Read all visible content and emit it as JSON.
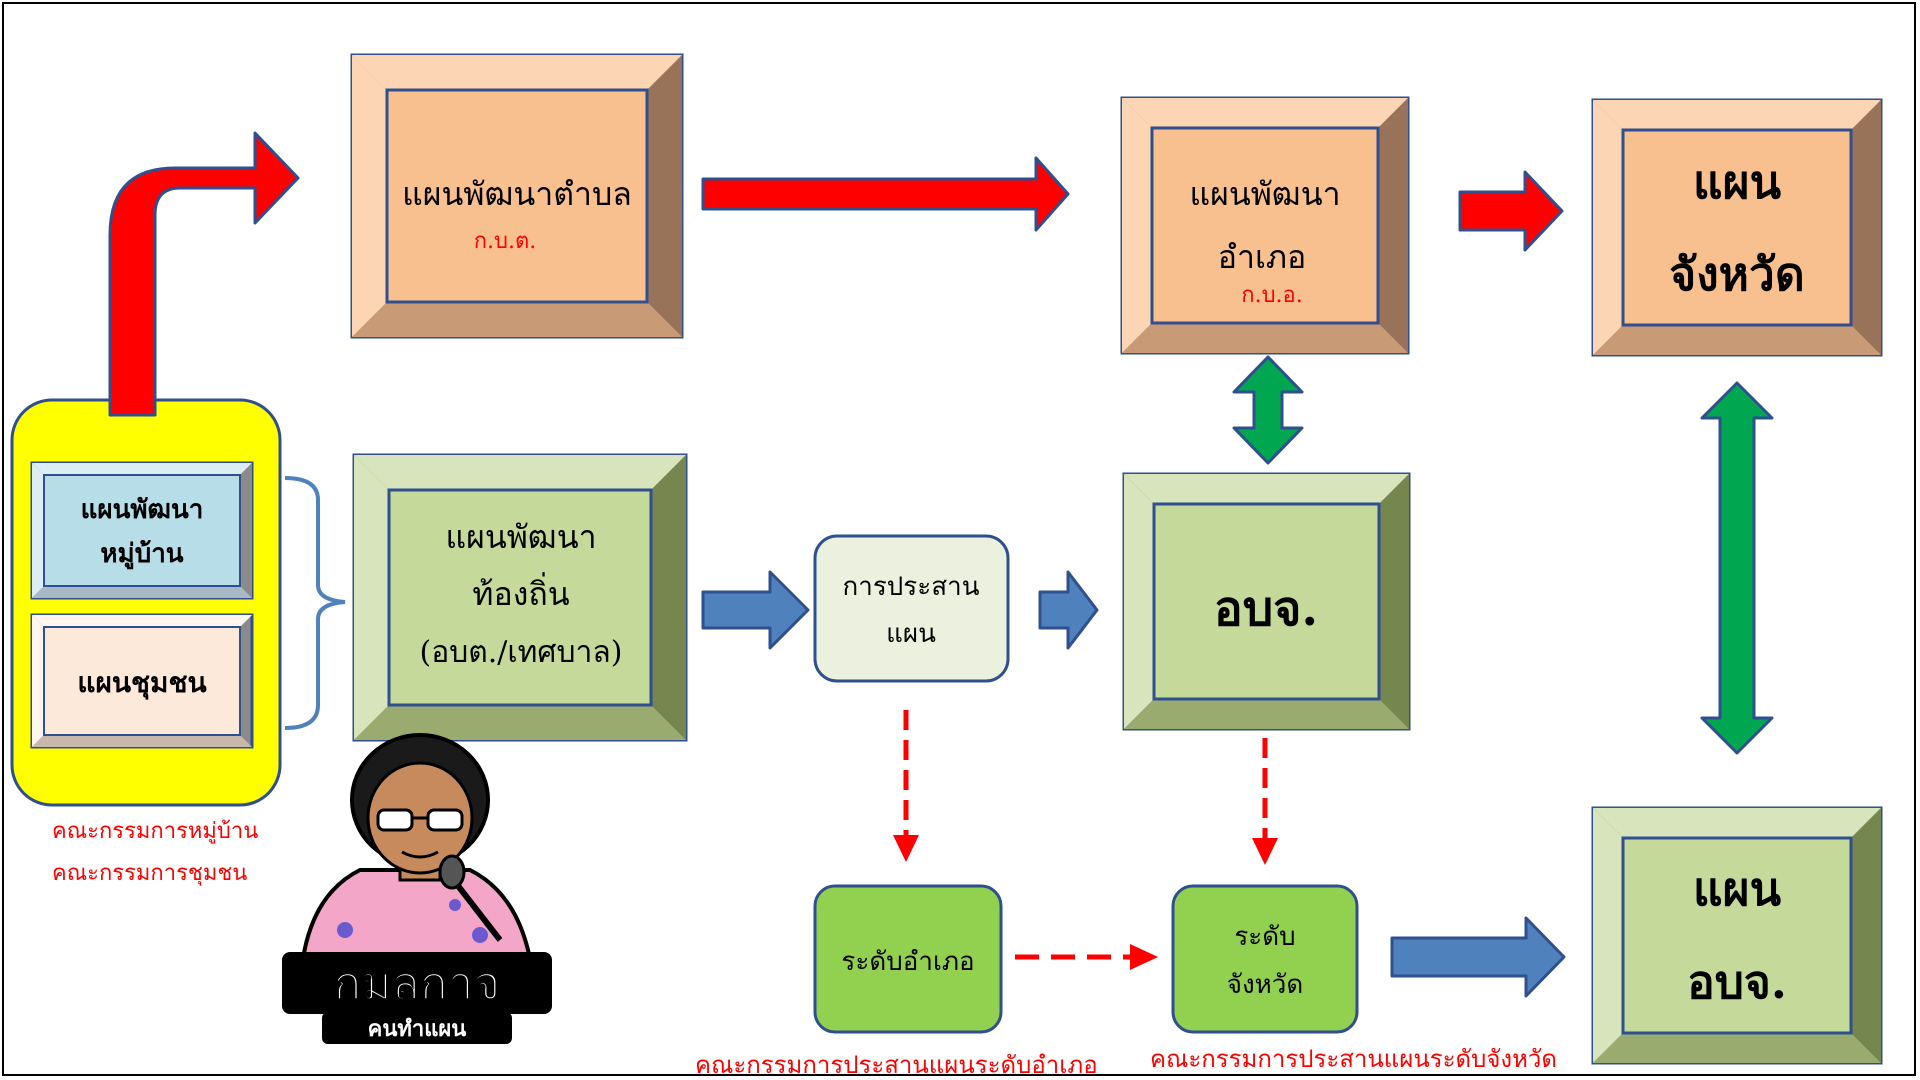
{
  "boxes": {
    "tambon_plan": {
      "line1": "แผนพัฒนาตำบล",
      "sub": "ก.บ.ต."
    },
    "amphoe_plan": {
      "line1": "แผนพัฒนา",
      "line2": "อำเภอ",
      "sub": "ก.บ.อ."
    },
    "province_plan": {
      "line1": "แผน",
      "line2": "จังหวัด"
    },
    "village_plan": {
      "line1": "แผนพัฒนา",
      "line2": "หมู่บ้าน"
    },
    "community_plan": {
      "line1": "แผนชุมชน"
    },
    "local_plan": {
      "line1": "แผนพัฒนา",
      "line2": "ท้องถิ่น",
      "line3": "(อบต./เทศบาล)"
    },
    "coordination": {
      "line1": "การประสาน",
      "line2": "แผน"
    },
    "pao": {
      "line1": "อบจ."
    },
    "district_level": {
      "line1": "ระดับอำเภอ"
    },
    "province_level": {
      "line1": "ระดับ",
      "line2": "จังหวัด"
    },
    "pao_plan": {
      "line1": "แผน",
      "line2": "อบจ."
    }
  },
  "captions": {
    "village_committee": "คณะกรรมการหมู่บ้าน",
    "community_committee": "คณะกรรมการชุมชน",
    "district_committee": "คณะกรรมการประสานแผนระดับอำเภอ",
    "province_committee": "คณะกรรมการประสานแผนระดับจังหวัด"
  },
  "logo": {
    "name": "กมลกาจ",
    "tagline": "คนทำแผน"
  },
  "colors": {
    "orange_face": "#f9c08f",
    "green_face": "#c5d99a",
    "blue_face": "#b6dde8",
    "peach_face": "#fde9d9",
    "yellow": "#ffff00",
    "red_arrow": "#ff0000",
    "blue_arrow": "#4f81bd",
    "green_arrow": "#00a650",
    "border": "#2f4f8f"
  }
}
